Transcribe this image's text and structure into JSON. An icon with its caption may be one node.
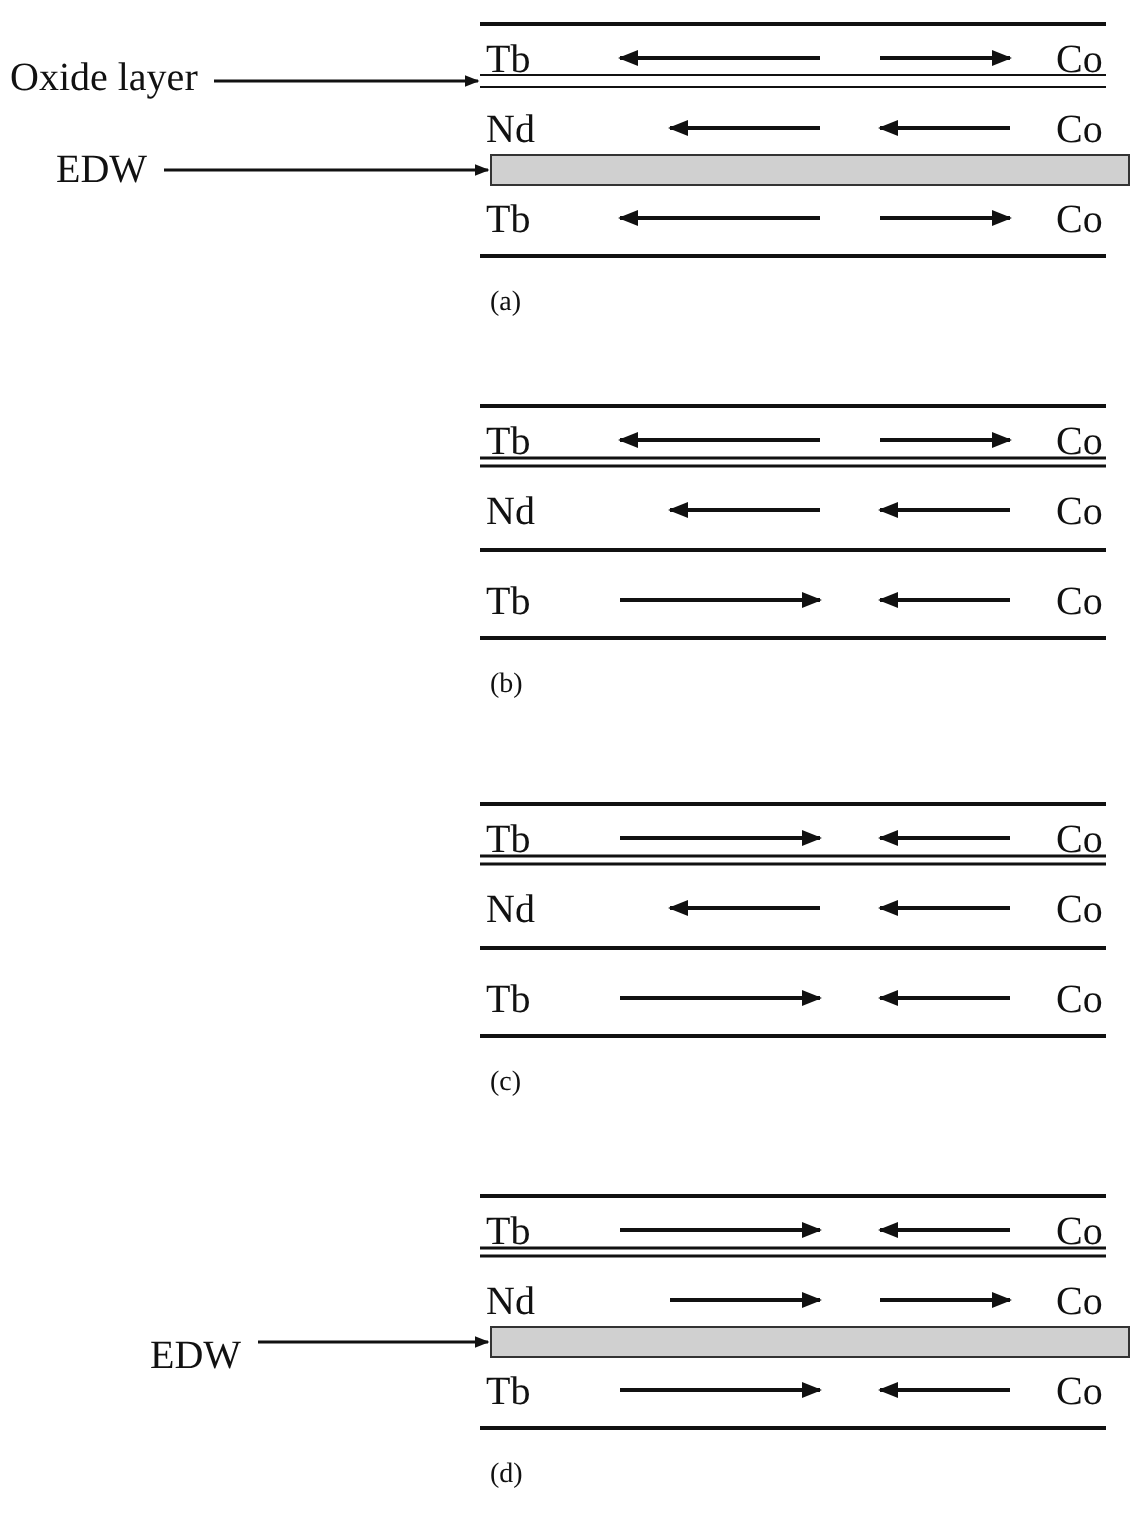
{
  "diagram": {
    "nodes": [
      {
        "text": [
          "Oxide layer"
        ]
      },
      {
        "text": [],
        "shape": "bar"
      },
      {
        "text": [
          "EDW"
        ]
      },
      {
        "text": [],
        "shape": "bar"
      },
      {
        "text": [
          "EDW"
        ]
      },
      {
        "text": [],
        "shape": "bar"
      }
    ],
    "edges": [
      {
        "from": 0,
        "to": 1,
        "arrow": "to"
      },
      {
        "from": 2,
        "to": 3,
        "arrow": "to"
      },
      {
        "from": 4,
        "to": 5,
        "arrow": "to"
      }
    ],
    "labels": [
      "Tb",
      "Co",
      "Nd",
      "Co",
      "Tb",
      "Co",
      "(a)",
      "Tb",
      "Co",
      "Nd",
      "Co",
      "Tb",
      "Co",
      "(b)",
      "Tb",
      "Co",
      "Nd",
      "Co",
      "Tb",
      "Co",
      "(c)",
      "Tb",
      "Co",
      "Nd",
      "Co",
      "Tb",
      "Co",
      "(d)"
    ]
  }
}
